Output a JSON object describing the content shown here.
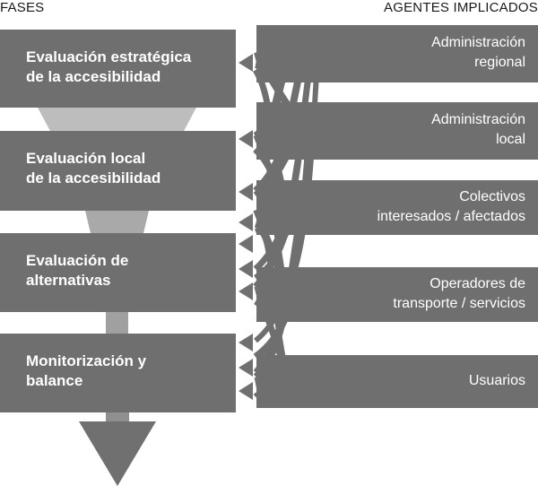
{
  "headers": {
    "left": "FASES",
    "right": "AGENTES IMPLICADOS"
  },
  "phases": [
    {
      "line1": "Evaluación estratégica",
      "line2": "de la accesibilidad"
    },
    {
      "line1": "Evaluación local",
      "line2": "de la accesibilidad"
    },
    {
      "line1": "Evaluación de",
      "line2": "alternativas"
    },
    {
      "line1": "Monitorización y",
      "line2": "balance"
    }
  ],
  "agents": [
    {
      "line1": "Administración",
      "line2": "regional"
    },
    {
      "line1": "Administración",
      "line2": "local"
    },
    {
      "line1": "Colectivos",
      "line2": "interesados / afectados"
    },
    {
      "line1": "Operadores de",
      "line2": "transporte / servicios"
    },
    {
      "line1": "Usuarios",
      "line2": ""
    }
  ],
  "colors": {
    "box_fill": "#6f6f6f",
    "flow_dark": "#6f6f6f",
    "funnel_light": "#bdbdbd",
    "funnel_mid": "#9a9a9a",
    "arrow_head": "#707070",
    "text_on_box": "#ffffff",
    "header_text": "#1a1a1a"
  }
}
